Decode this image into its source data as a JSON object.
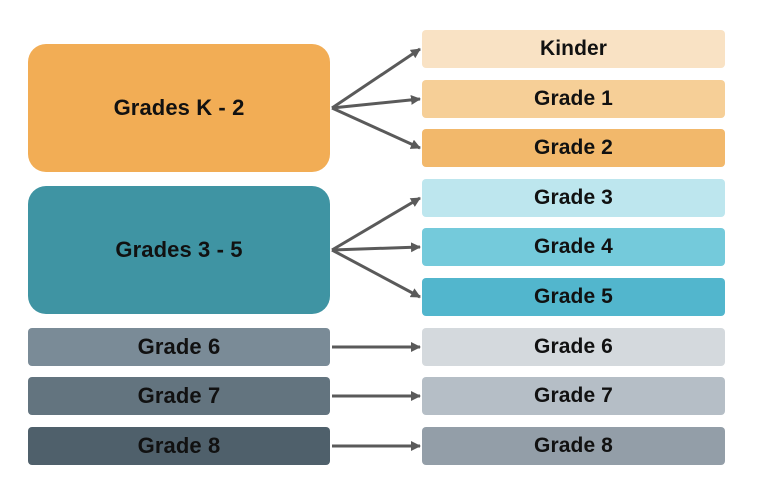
{
  "diagram": {
    "sources": [
      {
        "id": "k2",
        "label": "Grades K - 2",
        "color": "#f2ad55"
      },
      {
        "id": "g35",
        "label": "Grades 3 - 5",
        "color": "#3f94a3"
      },
      {
        "id": "g6",
        "label": "Grade 6",
        "color": "#7a8b97"
      },
      {
        "id": "g7",
        "label": "Grade 7",
        "color": "#63747f"
      },
      {
        "id": "g8",
        "label": "Grade 8",
        "color": "#4f606b"
      }
    ],
    "targets": [
      {
        "id": "kinder",
        "label": "Kinder",
        "color": "#f9e2c4",
        "source": "k2"
      },
      {
        "id": "t1",
        "label": "Grade 1",
        "color": "#f6cf97",
        "source": "k2"
      },
      {
        "id": "t2",
        "label": "Grade 2",
        "color": "#f2b86b",
        "source": "k2"
      },
      {
        "id": "t3",
        "label": "Grade 3",
        "color": "#bde6ee",
        "source": "g35"
      },
      {
        "id": "t4",
        "label": "Grade 4",
        "color": "#74cadb",
        "source": "g35"
      },
      {
        "id": "t5",
        "label": "Grade 5",
        "color": "#52b6cd",
        "source": "g35"
      },
      {
        "id": "t6",
        "label": "Grade 6",
        "color": "#d4d9dd",
        "source": "g6"
      },
      {
        "id": "t7",
        "label": "Grade 7",
        "color": "#b5bec6",
        "source": "g7"
      },
      {
        "id": "t8",
        "label": "Grade 8",
        "color": "#939ea8",
        "source": "g8"
      }
    ],
    "arrow_color": "#5a5a5a"
  }
}
